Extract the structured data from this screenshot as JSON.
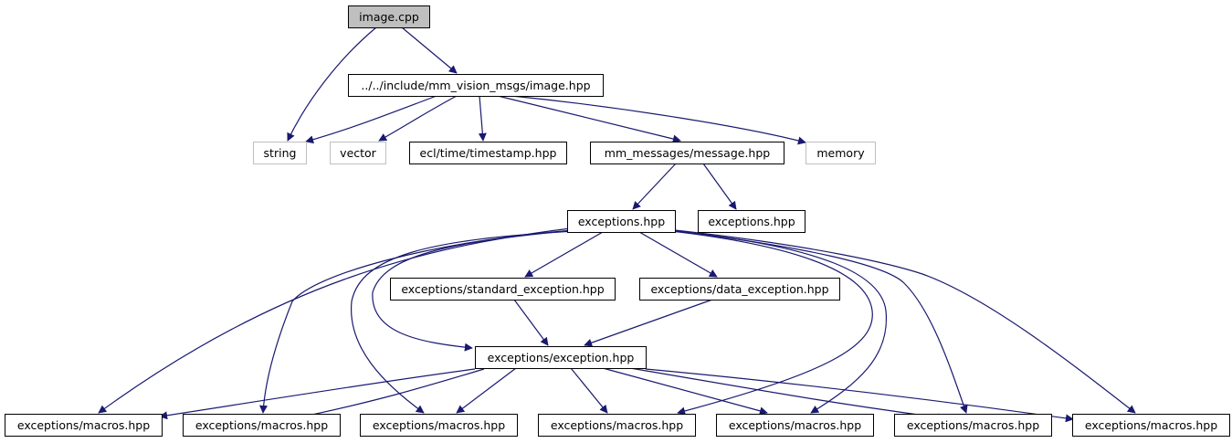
{
  "diagram": {
    "colors": {
      "edge": "#191970",
      "node_border": "#000000",
      "external_border": "#bfbfbf",
      "root_fill": "#bfbfbf",
      "node_fill": "#ffffff",
      "text": "#000000"
    },
    "nodes": [
      {
        "id": "root",
        "label": "image.cpp",
        "kind": "root"
      },
      {
        "id": "image_hpp",
        "label": "../../include/mm_vision_msgs/image.hpp",
        "kind": "normal"
      },
      {
        "id": "string",
        "label": "string",
        "kind": "external"
      },
      {
        "id": "vector",
        "label": "vector",
        "kind": "external"
      },
      {
        "id": "timestamp",
        "label": "ecl/time/timestamp.hpp",
        "kind": "normal"
      },
      {
        "id": "message",
        "label": "mm_messages/message.hpp",
        "kind": "normal"
      },
      {
        "id": "memory",
        "label": "memory",
        "kind": "external"
      },
      {
        "id": "exceptions1",
        "label": "exceptions.hpp",
        "kind": "normal"
      },
      {
        "id": "exceptions2",
        "label": "exceptions.hpp",
        "kind": "normal"
      },
      {
        "id": "std_exc",
        "label": "exceptions/standard_exception.hpp",
        "kind": "normal"
      },
      {
        "id": "data_exc",
        "label": "exceptions/data_exception.hpp",
        "kind": "normal"
      },
      {
        "id": "exc",
        "label": "exceptions/exception.hpp",
        "kind": "normal"
      },
      {
        "id": "m1",
        "label": "exceptions/macros.hpp",
        "kind": "normal"
      },
      {
        "id": "m2",
        "label": "exceptions/macros.hpp",
        "kind": "normal"
      },
      {
        "id": "m3",
        "label": "exceptions/macros.hpp",
        "kind": "normal"
      },
      {
        "id": "m4",
        "label": "exceptions/macros.hpp",
        "kind": "normal"
      },
      {
        "id": "m5",
        "label": "exceptions/macros.hpp",
        "kind": "normal"
      },
      {
        "id": "m6",
        "label": "exceptions/macros.hpp",
        "kind": "normal"
      },
      {
        "id": "m7",
        "label": "exceptions/macros.hpp",
        "kind": "normal"
      }
    ],
    "edges": [
      {
        "from": "root",
        "to": "image_hpp"
      },
      {
        "from": "root",
        "to": "string"
      },
      {
        "from": "image_hpp",
        "to": "string"
      },
      {
        "from": "image_hpp",
        "to": "vector"
      },
      {
        "from": "image_hpp",
        "to": "timestamp"
      },
      {
        "from": "image_hpp",
        "to": "message"
      },
      {
        "from": "image_hpp",
        "to": "memory"
      },
      {
        "from": "message",
        "to": "exceptions1"
      },
      {
        "from": "message",
        "to": "exceptions2"
      },
      {
        "from": "exceptions1",
        "to": "std_exc"
      },
      {
        "from": "exceptions1",
        "to": "data_exc"
      },
      {
        "from": "exceptions1",
        "to": "exc"
      },
      {
        "from": "exceptions1",
        "to": "m1"
      },
      {
        "from": "exceptions1",
        "to": "m2"
      },
      {
        "from": "exceptions1",
        "to": "m3"
      },
      {
        "from": "exceptions1",
        "to": "m4"
      },
      {
        "from": "exceptions1",
        "to": "m5"
      },
      {
        "from": "exceptions1",
        "to": "m6"
      },
      {
        "from": "exceptions1",
        "to": "m7"
      },
      {
        "from": "std_exc",
        "to": "exc"
      },
      {
        "from": "data_exc",
        "to": "exc"
      },
      {
        "from": "exc",
        "to": "m1"
      },
      {
        "from": "exc",
        "to": "m2"
      },
      {
        "from": "exc",
        "to": "m3"
      },
      {
        "from": "exc",
        "to": "m4"
      },
      {
        "from": "exc",
        "to": "m5"
      },
      {
        "from": "exc",
        "to": "m6"
      },
      {
        "from": "exc",
        "to": "m7"
      }
    ]
  }
}
